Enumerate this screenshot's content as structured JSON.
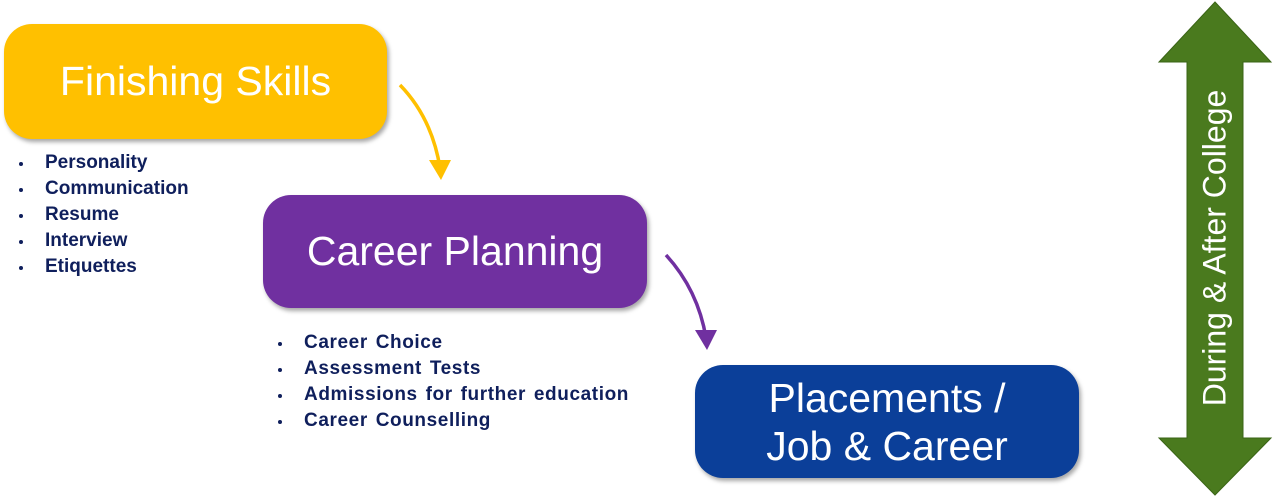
{
  "colors": {
    "finishing": "#ffc000",
    "career": "#7030a0",
    "placements": "#0b3f99",
    "side_arrow": "#4a7a1e",
    "bullet_text": "#0f1f5c"
  },
  "boxes": {
    "finishing_skills": "Finishing Skills",
    "career_planning": "Career Planning",
    "placements_line1": "Placements /",
    "placements_line2": "Job & Career"
  },
  "finishing_list": [
    "Personality",
    "Communication",
    "Resume",
    "Interview",
    "Etiquettes"
  ],
  "career_list": [
    "Career Choice",
    "Assessment Tests",
    "Admissions for further education",
    "Career Counselling"
  ],
  "side_label": "During & After College"
}
